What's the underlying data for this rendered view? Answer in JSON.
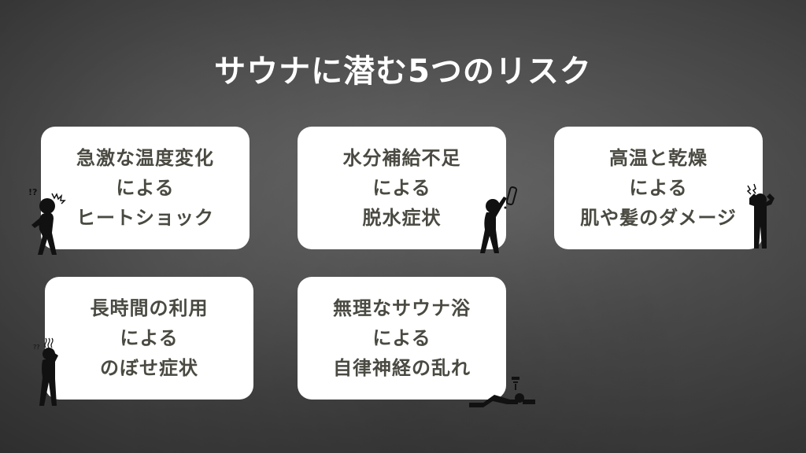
{
  "title": "サウナに潜む5つのリスク",
  "colors": {
    "background": "#4a4a4a",
    "card_bg": "#ffffff",
    "card_text": "#4a4a42",
    "title_text": "#ffffff",
    "figure": "#111111"
  },
  "cards": [
    {
      "lines": [
        "急激な温度変化",
        "による",
        "ヒートショック"
      ],
      "figure": "shocked-person-icon"
    },
    {
      "lines": [
        "水分補給不足",
        "による",
        "脱水症状"
      ],
      "figure": "thirsty-person-icon"
    },
    {
      "lines": [
        "高温と乾燥",
        "による",
        "肌や髪のダメージ"
      ],
      "figure": "headache-person-icon"
    },
    {
      "lines": [
        "長時間の利用",
        "による",
        "のぼせ症状"
      ],
      "figure": "dizzy-person-icon"
    },
    {
      "lines": [
        "無理なサウナ浴",
        "による",
        "自律神経の乱れ"
      ],
      "figure": "collapsed-person-icon"
    }
  ]
}
